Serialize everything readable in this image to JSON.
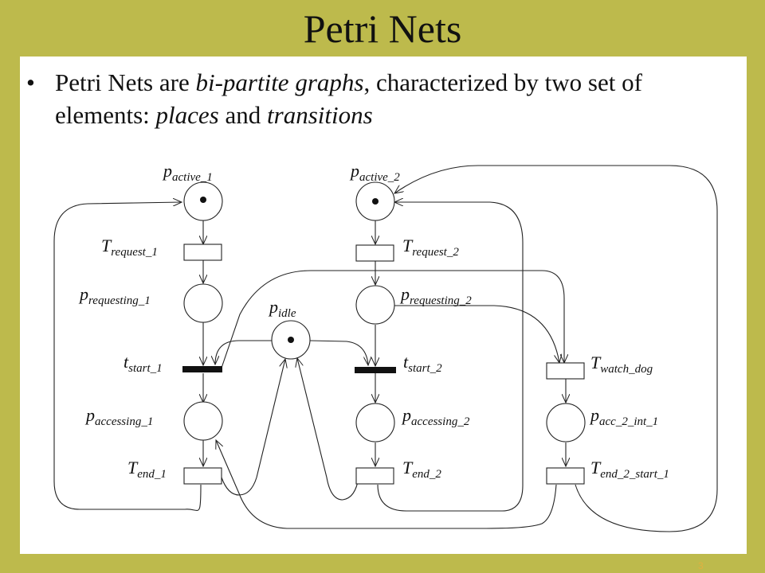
{
  "slide": {
    "title": "Petri Nets",
    "bullet_symbol": "•",
    "bullet": {
      "t1": "Petri Nets are ",
      "em1": "bi-partite graphs",
      "t2": ", characterized by two set of elements: ",
      "em2": "places",
      "t3": " and ",
      "em3": "transitions"
    },
    "page_number": "3"
  },
  "diagram": {
    "places": [
      {
        "id": "p_active_1",
        "base": "p",
        "sub": "active_1",
        "token": true
      },
      {
        "id": "p_active_2",
        "base": "p",
        "sub": "active_2",
        "token": true
      },
      {
        "id": "p_requesting_1",
        "base": "p",
        "sub": "requesting_1",
        "token": false
      },
      {
        "id": "p_requesting_2",
        "base": "p",
        "sub": "requesting_2",
        "token": false
      },
      {
        "id": "p_idle",
        "base": "p",
        "sub": "idle",
        "token": true
      },
      {
        "id": "p_accessing_1",
        "base": "p",
        "sub": "accessing_1",
        "token": false
      },
      {
        "id": "p_accessing_2",
        "base": "p",
        "sub": "accessing_2",
        "token": false
      },
      {
        "id": "p_acc_2_int_1",
        "base": "p",
        "sub": "acc_2_int_1",
        "token": false
      }
    ],
    "transitions": [
      {
        "id": "T_request_1",
        "base": "T",
        "sub": "request_1"
      },
      {
        "id": "T_request_2",
        "base": "T",
        "sub": "request_2"
      },
      {
        "id": "t_start_1",
        "base": "t",
        "sub": "start_1"
      },
      {
        "id": "t_start_2",
        "base": "t",
        "sub": "start_2"
      },
      {
        "id": "T_watch_dog",
        "base": "T",
        "sub": "watch_dog"
      },
      {
        "id": "T_end_1",
        "base": "T",
        "sub": "end_1"
      },
      {
        "id": "T_end_2",
        "base": "T",
        "sub": "end_2"
      },
      {
        "id": "T_end_2_start_1",
        "base": "T",
        "sub": "end_2_start_1"
      }
    ]
  }
}
